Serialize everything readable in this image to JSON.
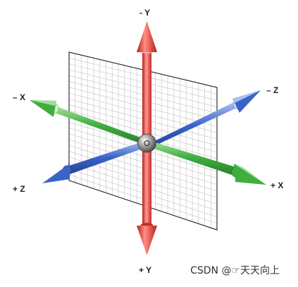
{
  "diagram": {
    "axes": {
      "neg_y": "- Y",
      "pos_y": "+ Y",
      "neg_x": "– X",
      "pos_x": "+ X",
      "neg_z": "– Z",
      "pos_z": "+ Z"
    },
    "colors": {
      "x_axis": "#3fae3f",
      "y_axis": "#e0443d",
      "z_axis": "#3a63c9",
      "grid": "#c9c9c9",
      "plane_border": "#333333",
      "origin": "#8a8a8a"
    },
    "icons": [
      "origin-sphere-icon",
      "arrow-head-icon"
    ]
  },
  "watermark": {
    "text": "CSDN @☞天天向上"
  }
}
